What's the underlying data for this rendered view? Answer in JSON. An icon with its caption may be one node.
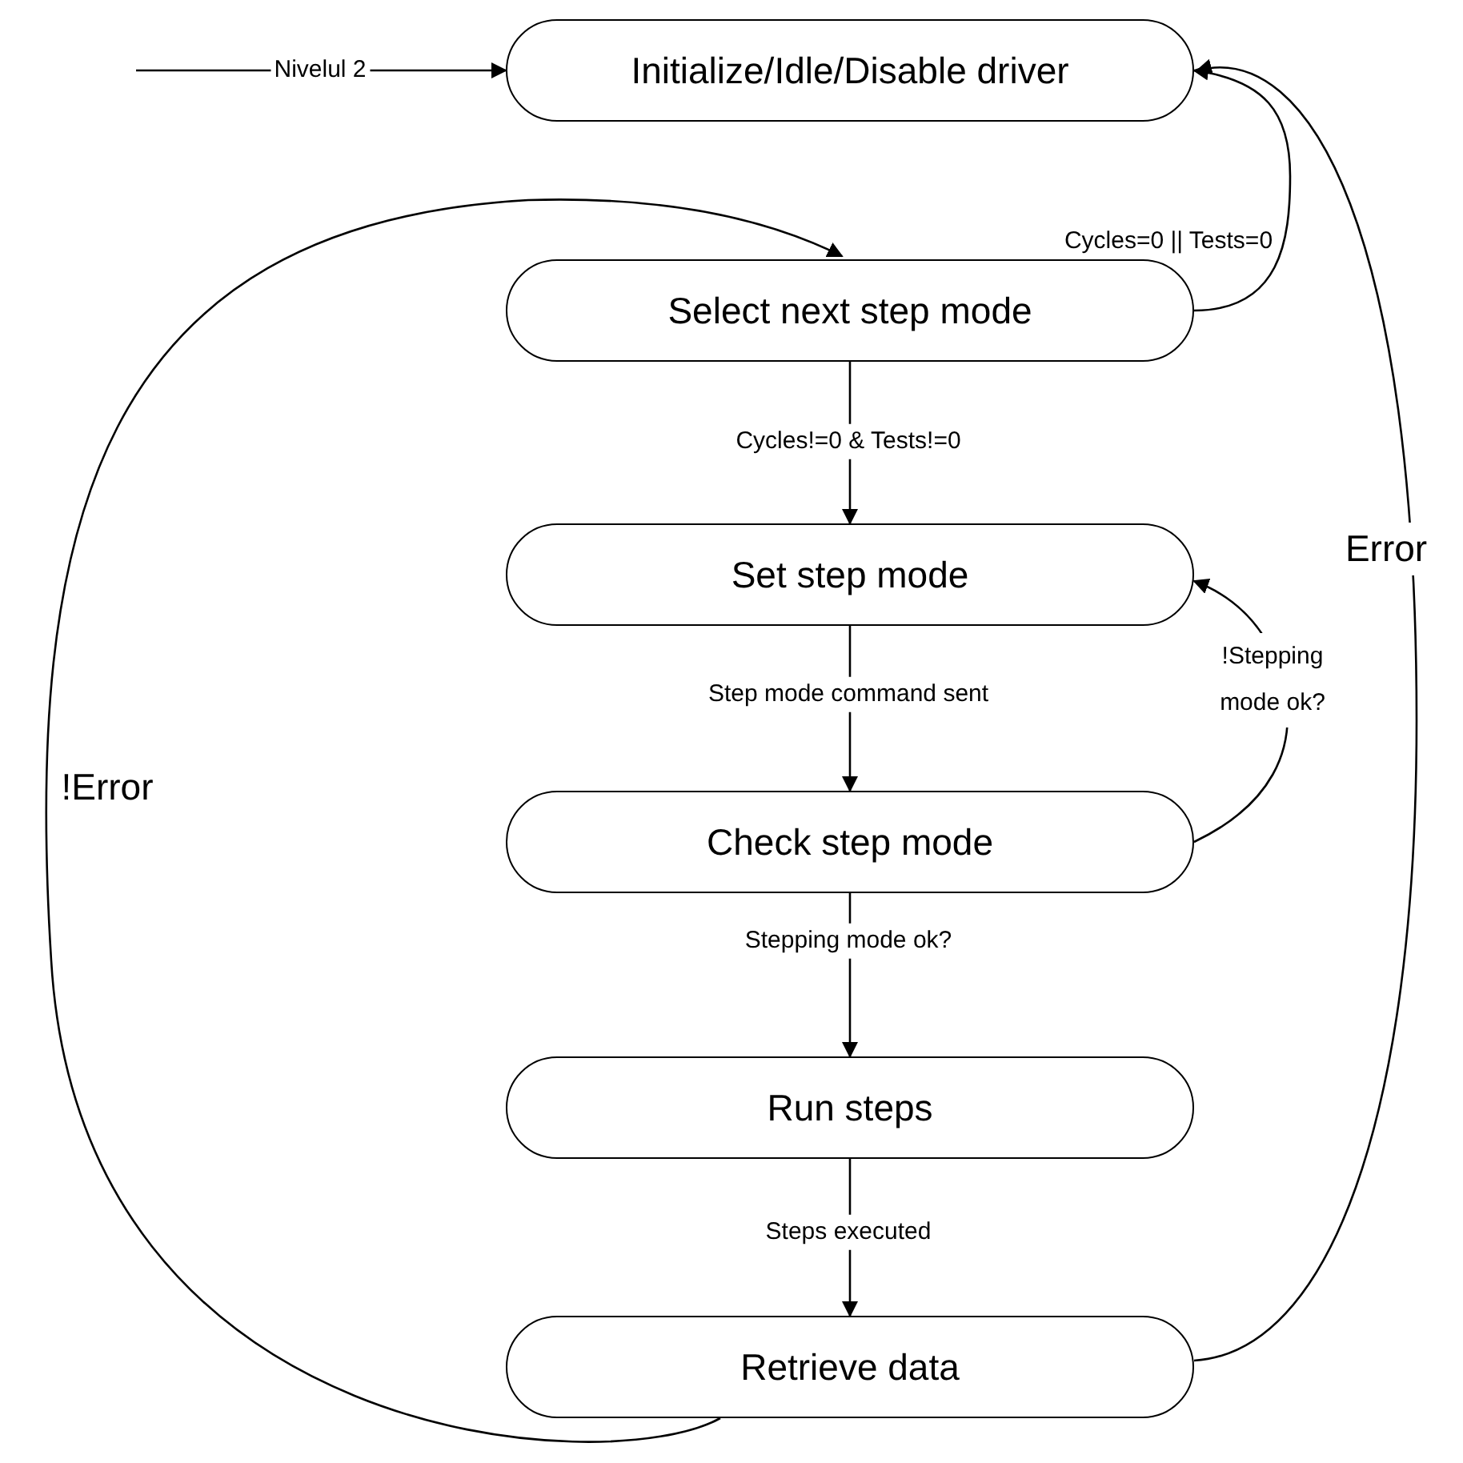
{
  "diagram": {
    "nodes": [
      {
        "text": [
          "Initialize/Idle/Disable driver"
        ]
      },
      {
        "text": [
          "Select next step mode"
        ]
      },
      {
        "text": [
          "Set step mode"
        ]
      },
      {
        "text": [
          "Check step mode"
        ]
      },
      {
        "text": [
          "Run steps"
        ]
      },
      {
        "text": [
          "Retrieve data"
        ]
      }
    ],
    "edges": [
      {
        "from": null,
        "to": 0,
        "arrow": "to",
        "label": "Nivelul 2"
      },
      {
        "from": 1,
        "to": 0,
        "arrow": "to",
        "label": "Cycles=0 || Tests=0"
      },
      {
        "from": 1,
        "to": 2,
        "arrow": "to",
        "label": "Cycles!=0 & Tests!=0"
      },
      {
        "from": 2,
        "to": 3,
        "arrow": "to",
        "label": "Step mode command sent"
      },
      {
        "from": 3,
        "to": 2,
        "arrow": "to",
        "label": "!Stepping mode ok?"
      },
      {
        "from": 3,
        "to": 4,
        "arrow": "to",
        "label": "Stepping mode ok?"
      },
      {
        "from": 4,
        "to": 5,
        "arrow": "to",
        "label": "Steps executed"
      },
      {
        "from": 5,
        "to": 0,
        "arrow": "to",
        "label": "Error"
      },
      {
        "from": 5,
        "to": 1,
        "arrow": "to",
        "label": "!Error"
      }
    ]
  }
}
